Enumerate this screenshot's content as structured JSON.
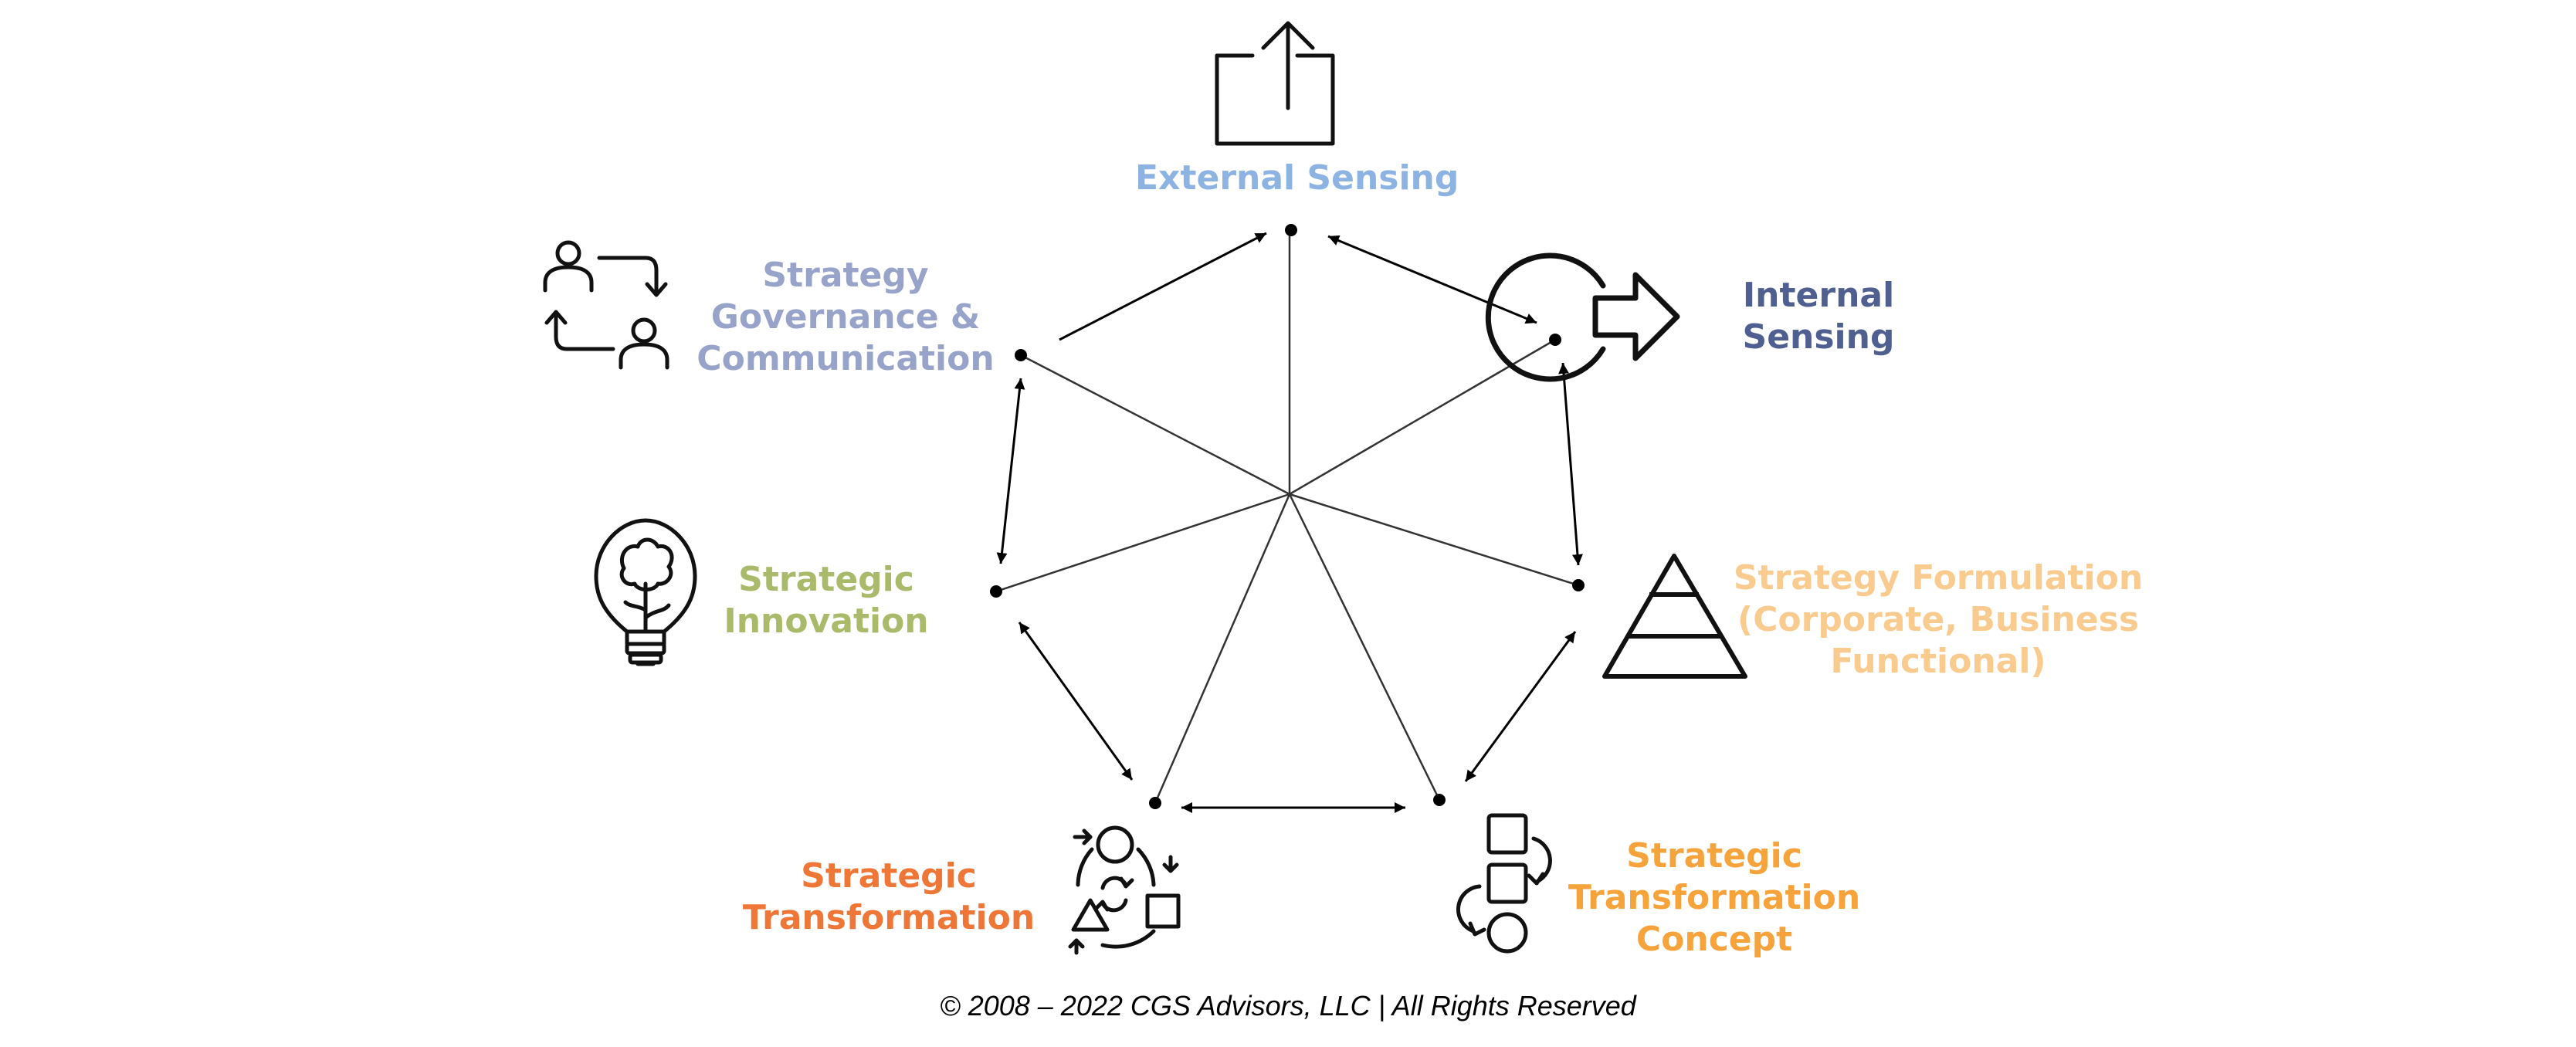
{
  "nodes": [
    {
      "id": "external-sensing",
      "lines": [
        "External Sensing"
      ],
      "color": "#8db3e2",
      "icon": "share-upload-icon"
    },
    {
      "id": "internal-sensing",
      "lines": [
        "Internal",
        "Sensing"
      ],
      "color": "#4f5f8f",
      "icon": "arrow-in-circle-icon"
    },
    {
      "id": "strategy-formulation",
      "lines": [
        "Strategy Formulation",
        "(Corporate, Business",
        "Functional)"
      ],
      "color": "#f9cb8f",
      "icon": "pyramid-icon"
    },
    {
      "id": "strategic-transformation-concept",
      "lines": [
        "Strategic",
        "Transformation",
        "Concept"
      ],
      "color": "#f5a33a",
      "icon": "shapes-flow-icon"
    },
    {
      "id": "strategic-transformation",
      "lines": [
        "Strategic",
        "Transformation"
      ],
      "color": "#ee7637",
      "icon": "shapes-cycle-icon"
    },
    {
      "id": "strategic-innovation",
      "lines": [
        "Strategic",
        "Innovation"
      ],
      "color": "#a9bb6a",
      "icon": "lightbulb-brain-icon"
    },
    {
      "id": "strategy-governance-communication",
      "lines": [
        "Strategy",
        "Governance &",
        "Communication"
      ],
      "color": "#97a3c9",
      "icon": "people-exchange-icon"
    }
  ],
  "footer": "© 2008 – 2022 CGS Advisors, LLC | All Rights Reserved"
}
